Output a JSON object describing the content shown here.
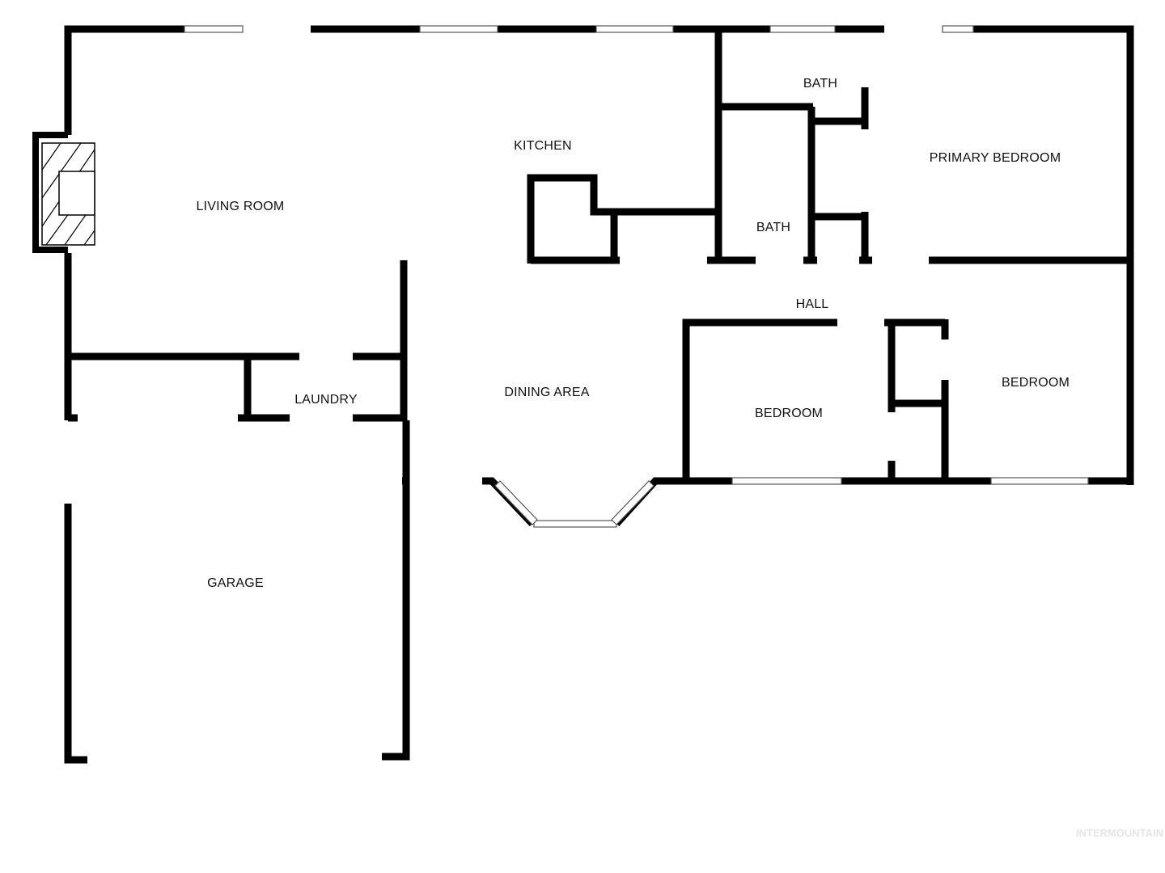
{
  "rooms": {
    "living_room": "LIVING ROOM",
    "kitchen": "KITCHEN",
    "bath_upper": "BATH",
    "bath_lower": "BATH",
    "primary_bedroom": "PRIMARY BEDROOM",
    "hall": "HALL",
    "laundry": "LAUNDRY",
    "dining_area": "DINING AREA",
    "bedroom_center": "BEDROOM",
    "bedroom_right": "BEDROOM",
    "garage": "GARAGE"
  },
  "watermark": "INTERMOUNTAIN"
}
